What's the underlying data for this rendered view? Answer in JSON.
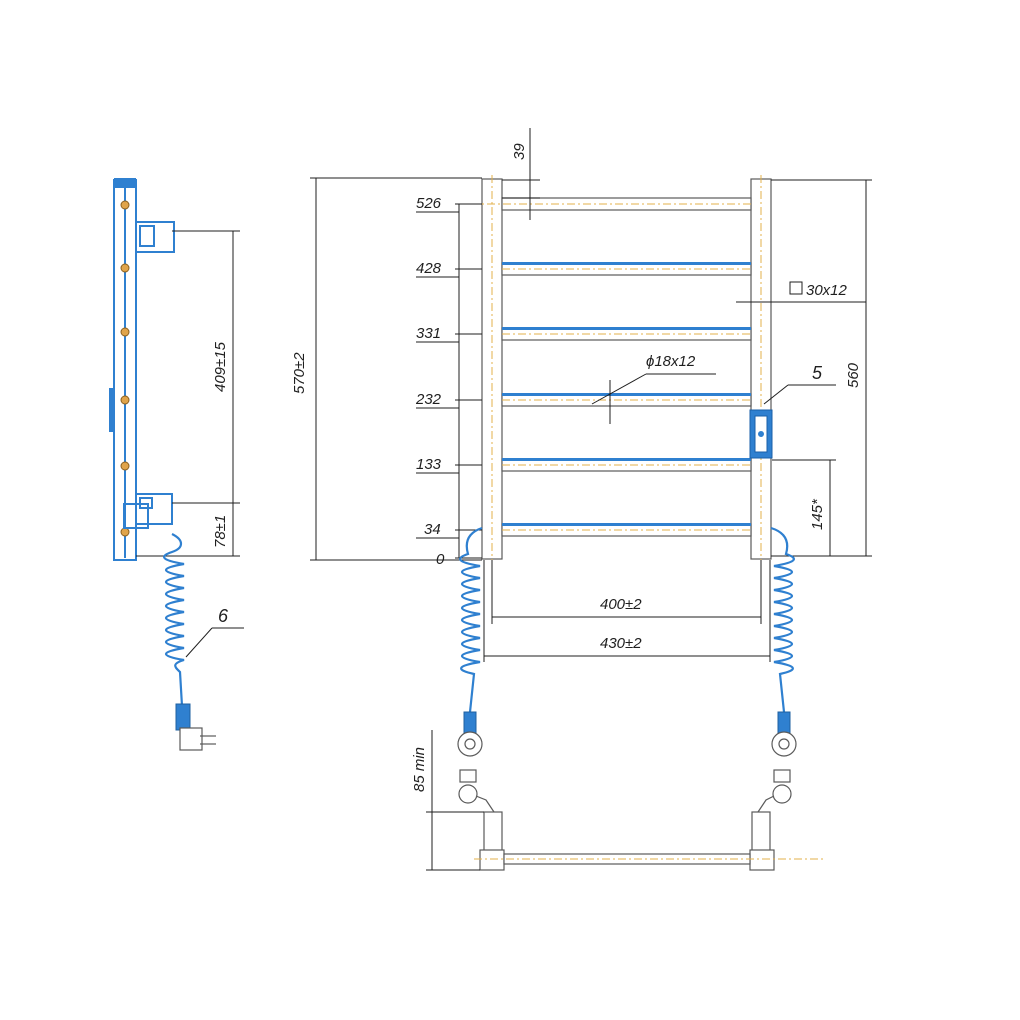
{
  "diagram": {
    "height_labels": [
      "526",
      "428",
      "331",
      "232",
      "133",
      "34",
      "0"
    ],
    "dim_top_gap": "39",
    "dim_total_height": "570±2",
    "dim_axis_height": "560",
    "dim_profile": "30x12",
    "dim_tube": "ϕ18x12",
    "dim_inner_width": "400±2",
    "dim_outer_width": "430±2",
    "dim_block_height": "145*",
    "dim_side_span": "409±15",
    "dim_side_lower": "78±1",
    "dim_plug": "85 min",
    "callout_block": "5",
    "callout_cord": "6"
  }
}
